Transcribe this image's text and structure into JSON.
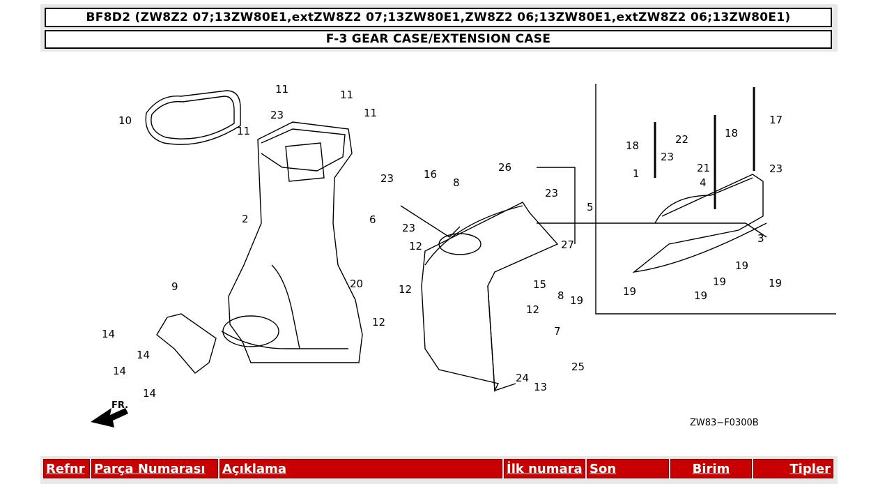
{
  "header": {
    "model_title": "BF8D2 (ZW8Z2 07;13ZW80E1,extZW8Z2 07;13ZW80E1,ZW8Z2 06;13ZW80E1,extZW8Z2 06;13ZW80E1)",
    "section_title": "F-3 GEAR CASE/EXTENSION CASE"
  },
  "diagram": {
    "part_numbers": {
      "n1": "1",
      "n2": "2",
      "n3": "3",
      "n4": "4",
      "n5": "5",
      "n6": "6",
      "n7": "7",
      "n8a": "8",
      "n8b": "8",
      "n9": "9",
      "n10": "10",
      "n11a": "11",
      "n11b": "11",
      "n11c": "11",
      "n11d": "11",
      "n12a": "12",
      "n12b": "12",
      "n12c": "12",
      "n12d": "12",
      "n13": "13",
      "n14a": "14",
      "n14b": "14",
      "n14c": "14",
      "n14d": "14",
      "n15": "15",
      "n16": "16",
      "n17": "17",
      "n18a": "18",
      "n18b": "18",
      "n19a": "19",
      "n19b": "19",
      "n19c": "19",
      "n19d": "19",
      "n19e": "19",
      "n19f": "19",
      "n20": "20",
      "n21": "21",
      "n22": "22",
      "n23a": "23",
      "n23b": "23",
      "n23c": "23",
      "n23d": "23",
      "n23e": "23",
      "n23f": "23",
      "n24": "24",
      "n25": "25",
      "n26": "26",
      "n27": "27"
    },
    "arrow_label": "FR.",
    "drawing_code": "ZW83−F0300B"
  },
  "table": {
    "columns": [
      "Refnr",
      "Parça Numarası",
      "Açıklama",
      "İlk numara",
      "Son",
      "Birim",
      "Tipler"
    ]
  }
}
